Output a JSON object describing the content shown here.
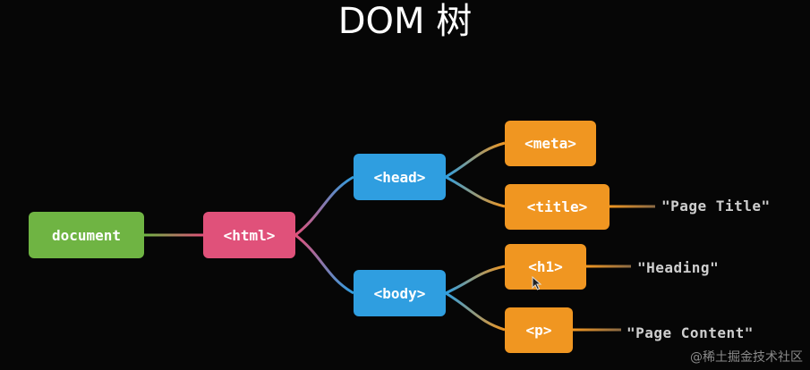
{
  "title": "DOM 树",
  "nodes": {
    "document": "document",
    "html": "<html>",
    "head": "<head>",
    "body": "<body>",
    "meta": "<meta>",
    "title_tag": "<title>",
    "h1": "<h1>",
    "p": "<p>"
  },
  "text_nodes": {
    "page_title": "\"Page Title\"",
    "heading": "\"Heading\"",
    "page_content": "\"Page Content\""
  },
  "colors": {
    "document": "#6fb443",
    "html": "#e0517a",
    "head_body": "#2f9ee0",
    "leaf_elements": "#f09621",
    "background": "#060606"
  },
  "watermark": "@稀土掘金技术社区"
}
